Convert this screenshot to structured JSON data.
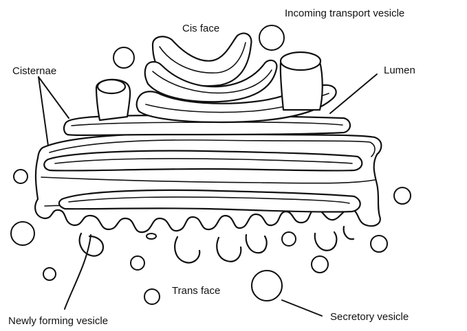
{
  "labels": {
    "cis_face": "Cis face",
    "incoming_vesicle": "Incoming transport vesicle",
    "cisternae": "Cisternae",
    "lumen": "Lumen",
    "trans_face": "Trans face",
    "newly_forming_vesicle": "Newly forming vesicle",
    "secretory_vesicle": "Secretory vesicle"
  }
}
